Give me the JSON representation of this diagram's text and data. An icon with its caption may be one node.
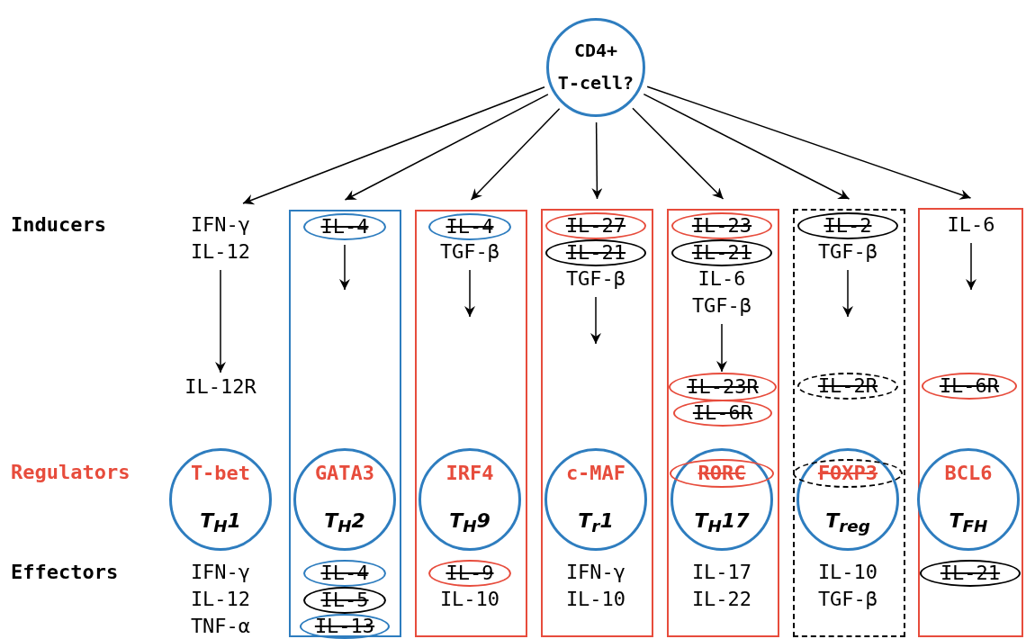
{
  "diagram": {
    "nodes": [
      {
        "text": [
          "CD4+ T-cell?"
        ]
      },
      {
        "text": [
          "IFN-γ",
          "IL-12"
        ]
      },
      {
        "text": [],
        "shape": "box"
      },
      {
        "text": [
          "IL-4"
        ],
        "in": 2
      },
      {
        "text": [],
        "shape": "box"
      },
      {
        "text": [
          "IL-4"
        ],
        "in": 4
      },
      {
        "text": [
          "TGF-β"
        ],
        "in": 4
      },
      {
        "text": [],
        "shape": "box"
      },
      {
        "text": [
          "IL-27"
        ],
        "in": 7
      },
      {
        "text": [
          "IL-21"
        ],
        "in": 7
      },
      {
        "text": [
          "TGF-β"
        ],
        "in": 7
      },
      {
        "text": [],
        "shape": "box"
      },
      {
        "text": [
          "IL-23"
        ],
        "in": 11
      },
      {
        "text": [
          "IL-21"
        ],
        "in": 11
      },
      {
        "text": [
          "IL-6",
          "TGF-β"
        ],
        "in": 11
      },
      {
        "text": [],
        "shape": "box"
      },
      {
        "text": [
          "IL-2"
        ],
        "in": 15
      },
      {
        "text": [
          "TGF-β"
        ],
        "in": 15
      },
      {
        "text": [],
        "shape": "box"
      },
      {
        "text": [
          "IL-6"
        ],
        "in": 18
      },
      {
        "text": [
          "IL-12R"
        ]
      },
      {
        "text": [
          "IL-23R"
        ],
        "in": 11
      },
      {
        "text": [
          "IL-6R"
        ],
        "in": 11
      },
      {
        "text": [
          "IL-2R"
        ],
        "in": 15
      },
      {
        "text": [
          "IL-6R"
        ],
        "in": 18
      },
      {
        "text": [
          "T-bet",
          "T$_{H}$1"
        ]
      },
      {
        "text": [
          "GATA3",
          "T$_{H}$2"
        ],
        "in": 2
      },
      {
        "text": [
          "IRF4",
          "T$_{H}$9"
        ],
        "in": 4
      },
      {
        "text": [
          "c-MAF",
          "T$_{r}$1"
        ],
        "in": 7
      },
      {
        "text": [
          "T$_{H}$17"
        ],
        "in": 11
      },
      {
        "text": [
          "RORC"
        ],
        "in": 29
      },
      {
        "text": [
          "T$_{reg}$"
        ],
        "in": 15
      },
      {
        "text": [
          "FOXP3"
        ],
        "in": 31
      },
      {
        "text": [
          "BCL6",
          "T$_{FH}$"
        ],
        "in": 18
      },
      {
        "text": [
          "IL-4"
        ],
        "in": 2
      },
      {
        "text": [
          "IL-5"
        ],
        "in": 2
      },
      {
        "text": [
          "IL-13"
        ],
        "in": 2
      },
      {
        "text": [
          "IL-9"
        ],
        "in": 4
      },
      {
        "text": [
          "IL-21"
        ],
        "in": 18
      }
    ],
    "edges": [
      {
        "from": 0,
        "to": 1,
        "arrow": "to"
      },
      {
        "from": 0,
        "to": 2,
        "arrow": "to"
      },
      {
        "from": 0,
        "to": 4,
        "arrow": "to"
      },
      {
        "from": 0,
        "to": 7,
        "arrow": "to"
      },
      {
        "from": 0,
        "to": 11,
        "arrow": "to"
      },
      {
        "from": 0,
        "to": 15,
        "arrow": "to"
      },
      {
        "from": 0,
        "to": 18,
        "arrow": "to"
      },
      {
        "from": 1,
        "to": 20,
        "arrow": "to"
      },
      {
        "from": 3,
        "to": null,
        "arrow": "to"
      },
      {
        "from": 6,
        "to": null,
        "arrow": "to"
      },
      {
        "from": 10,
        "to": null,
        "arrow": "to"
      },
      {
        "from": 14,
        "to": 21,
        "arrow": "to"
      },
      {
        "from": 17,
        "to": null,
        "arrow": "to"
      },
      {
        "from": 19,
        "to": null,
        "arrow": "to"
      }
    ],
    "labels": [
      "Inducers",
      "Regulators",
      "Effectors",
      "IFN-γ",
      "IFN-γ",
      "IL-17",
      "IL-10",
      "IL-12",
      "IL-10",
      "IL-10",
      "IL-22",
      "TGF-β",
      "TNF-α"
    ]
  }
}
